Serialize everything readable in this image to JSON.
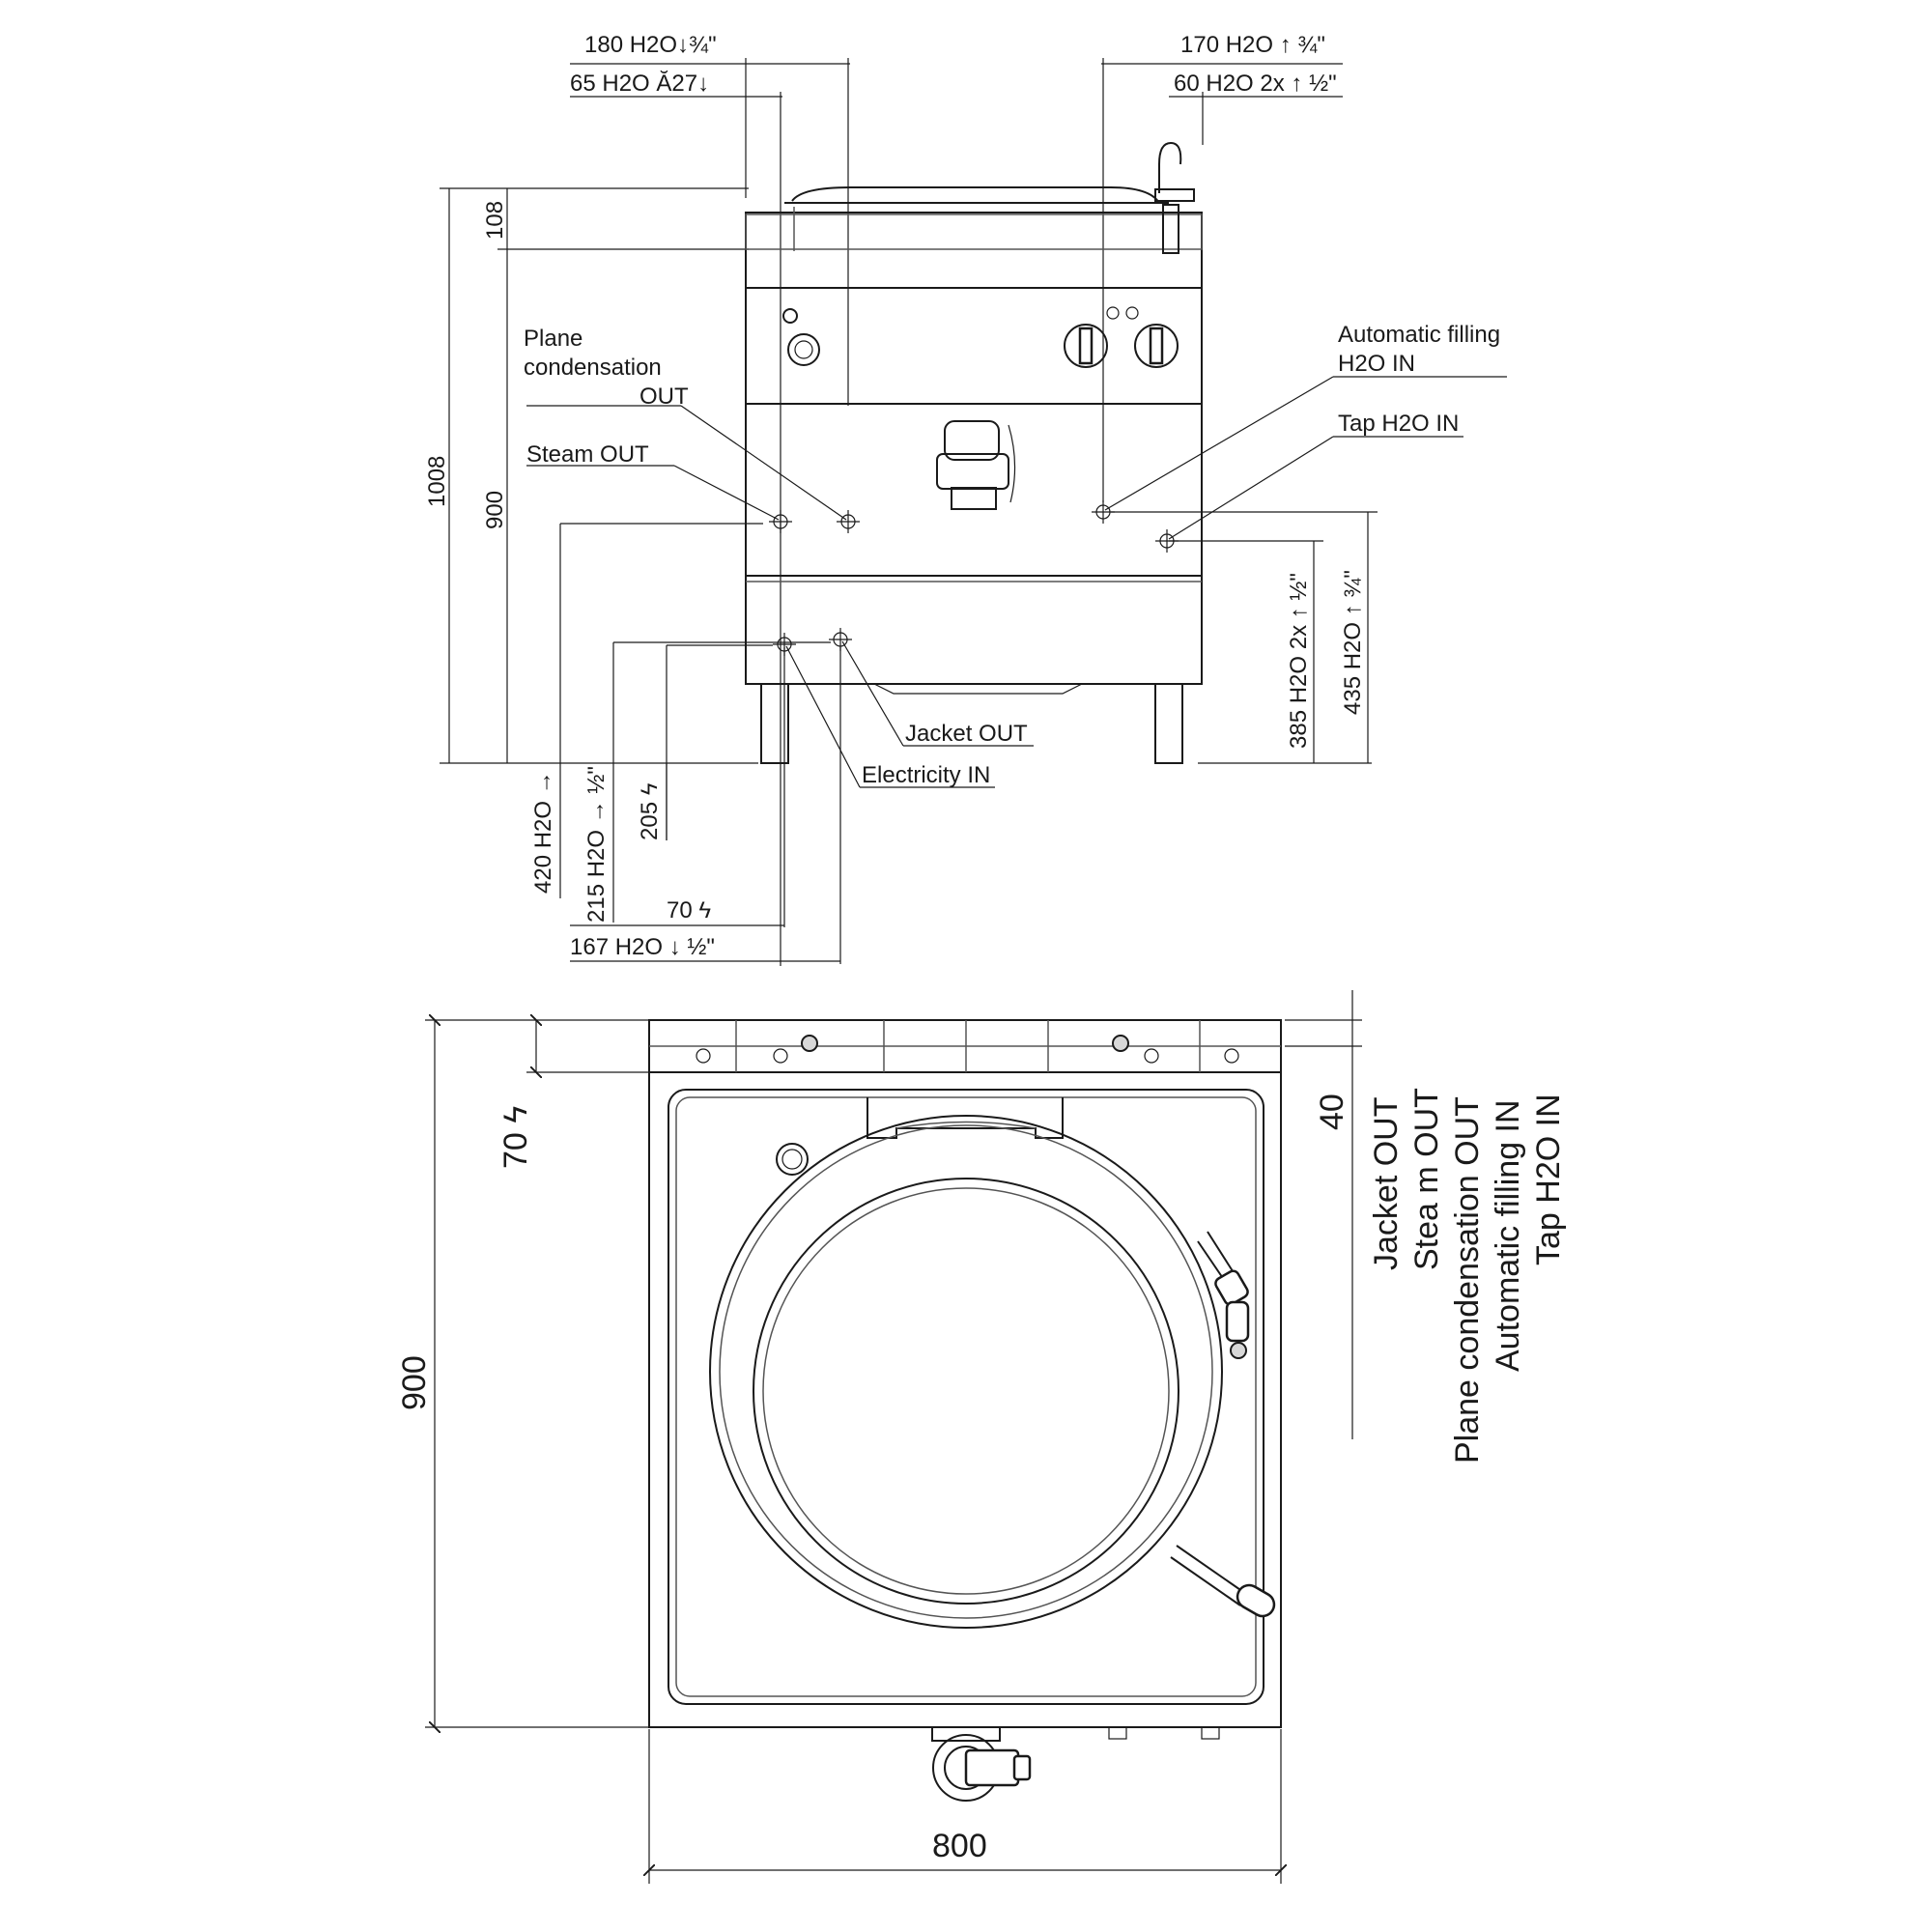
{
  "front_view": {
    "top_dims": {
      "left_upper": "180 H2O↓¾\"",
      "left_lower": "65 H2O Ă27↓",
      "right_upper": "170 H2O ↑ ¾\"",
      "right_lower": "60 H2O 2x ↑ ½\""
    },
    "height_dims": {
      "top_section": "108",
      "total": "1008",
      "body": "900"
    },
    "bottom_left_dims": {
      "d420": "420 H2O →",
      "d215": "215 H2O → ½\"",
      "d205": "205 ϟ",
      "d70": "70 ϟ",
      "d167": "167 H2O ↓ ½\""
    },
    "right_dims": {
      "d385": "385 H2O 2x ↑ ½\"",
      "d435": "435 H2O ↑ ¾\""
    },
    "callouts": {
      "plane_condensation_1": "Plane",
      "plane_condensation_2": "condensation",
      "plane_condensation_3": "OUT",
      "steam_out": "Steam OUT",
      "automatic_filling_1": "Automatic filling",
      "automatic_filling_2": "H2O IN",
      "tap_h2o_in": "Tap H2O IN",
      "jacket_out": "Jacket OUT",
      "electricity_in": "Electricity IN"
    }
  },
  "top_view": {
    "width_dim": "800",
    "depth_dim": "900",
    "elec_dim": "70 ϟ",
    "depth_offset": "40",
    "legend": [
      "Jacket OUT",
      "Stea m OUT",
      "Plane condensation OUT",
      "Automatic filling IN",
      "Tap H2O IN"
    ]
  }
}
